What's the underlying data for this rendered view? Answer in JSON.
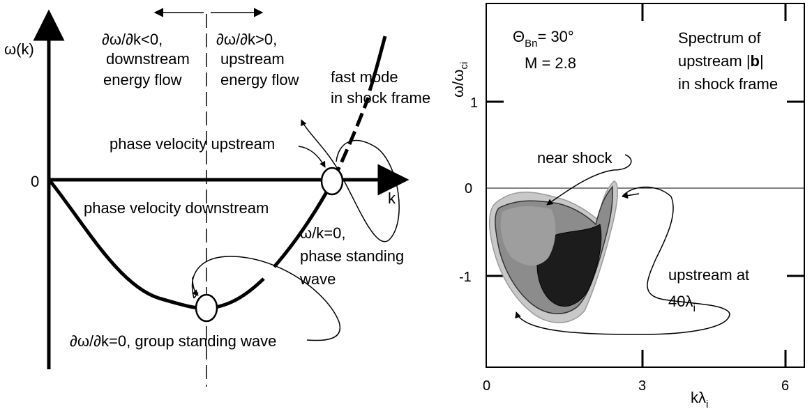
{
  "left_panel": {
    "y_axis_label": "ω(k)",
    "x_axis_label": "k",
    "zero_label": "0",
    "left_region": {
      "line1": "∂ω/∂k<0,",
      "line2": "downstream",
      "line3": "energy flow"
    },
    "right_region": {
      "line1": "∂ω/∂k>0,",
      "line2": "upstream",
      "line3": "energy flow"
    },
    "fast_mode": {
      "line1": "fast mode",
      "line2": "in shock frame"
    },
    "phase_up": "phase velocity upstream",
    "phase_down": "phase velocity downstream",
    "phase_standing": {
      "line1": "ω/k=0,",
      "line2": "phase standing",
      "line3": "wave"
    },
    "group_standing": "∂ω/∂k=0, group standing wave"
  },
  "right_panel": {
    "y_axis_label": "ω/ω",
    "y_axis_sub": "ci",
    "x_axis_label": "kλ",
    "x_axis_sub": "i",
    "theta": {
      "symbol": "Θ",
      "sub": "Bn",
      "value": "= 30°"
    },
    "mach": "M = 2.8",
    "title": {
      "line1": "Spectrum of",
      "line2": "upstream |",
      "bold": "b",
      "line2_end": "|",
      "line3": "in shock frame"
    },
    "near_shock": "near shock",
    "upstream": {
      "line1": "upstream at",
      "line2_main": "40λ",
      "line2_sub": "i"
    },
    "y_ticks": [
      "1",
      "0",
      "-1"
    ],
    "x_ticks": [
      "0",
      "3",
      "6"
    ]
  }
}
